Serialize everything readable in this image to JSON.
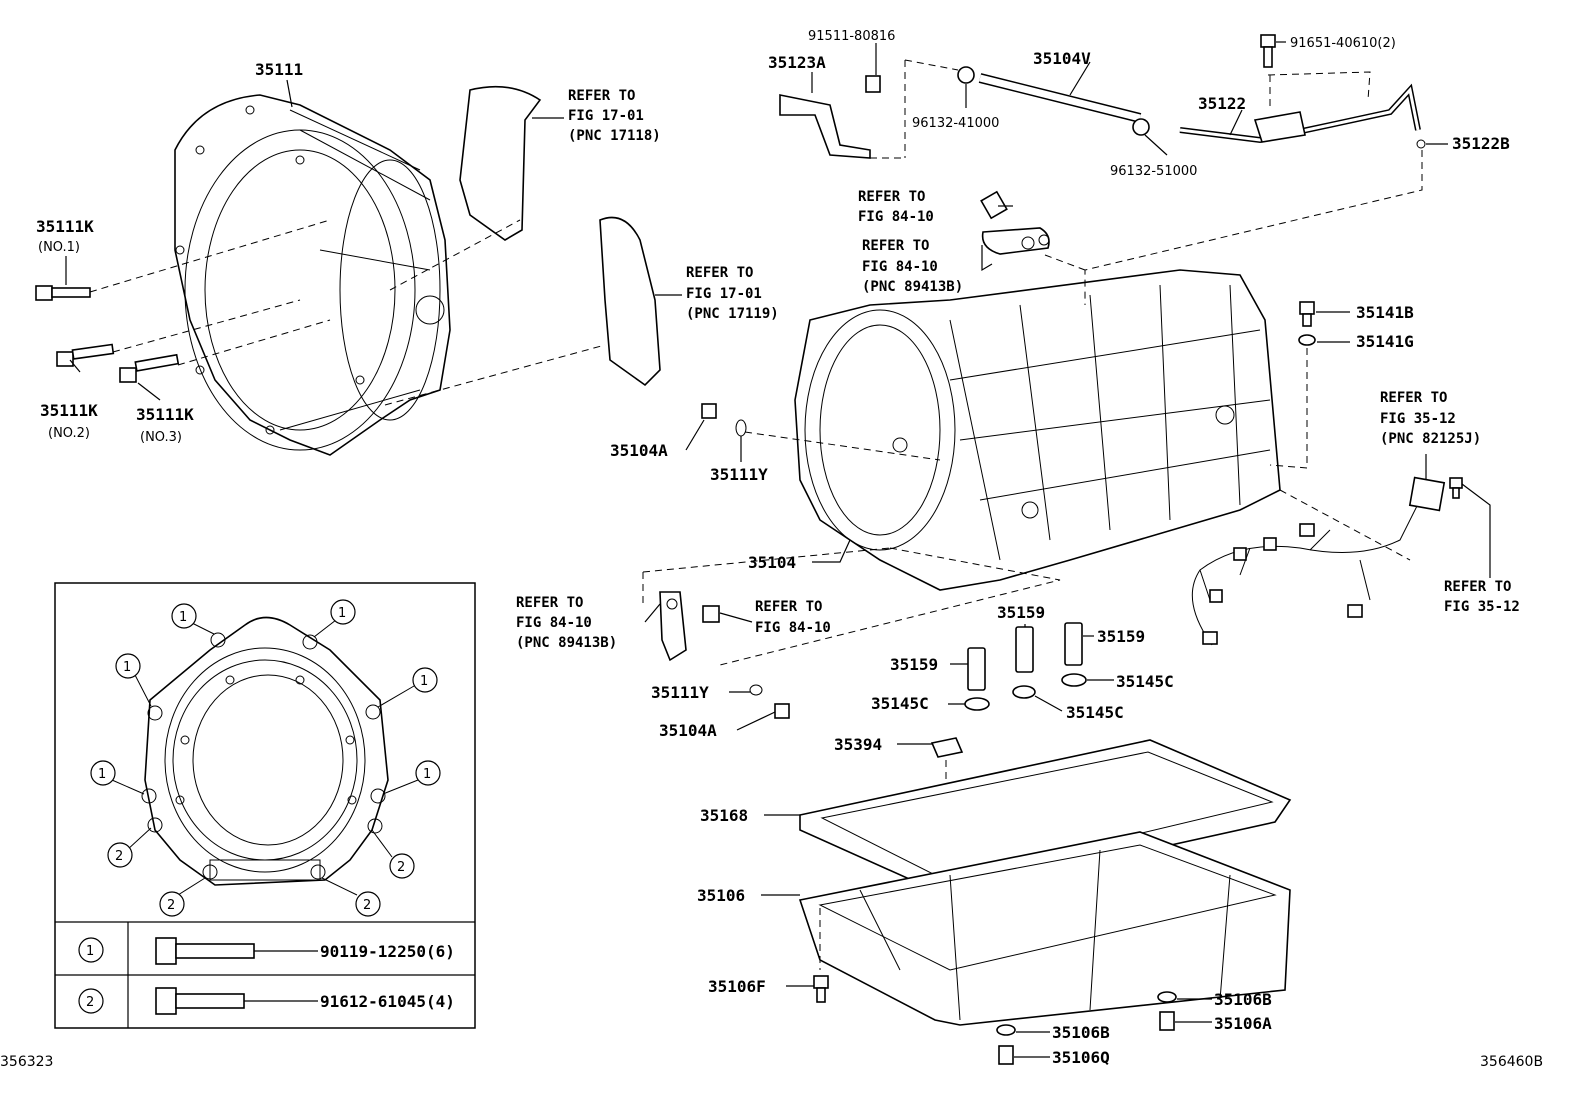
{
  "parts": {
    "p35111": "35111",
    "p35111k_1": "35111K",
    "p35111k_1_sub": "(NO.1)",
    "p35111k_2": "35111K",
    "p35111k_2_sub": "(NO.2)",
    "p35111k_3": "35111K",
    "p35111k_3_sub": "(NO.3)",
    "p91511": "91511-80816",
    "p35123a": "35123A",
    "p35104v": "35104V",
    "p96132_41": "96132-41000",
    "p96132_51": "96132-51000",
    "p91651": "91651-40610(2)",
    "p35122": "35122",
    "p35122b": "35122B",
    "p35141b": "35141B",
    "p35141g": "35141G",
    "p35104a_1": "35104A",
    "p35111y_1": "35111Y",
    "p35104": "35104",
    "p35159_1": "35159",
    "p35159_2": "35159",
    "p35159_3": "35159",
    "p35111y_2": "35111Y",
    "p35104a_2": "35104A",
    "p35145c_1": "35145C",
    "p35145c_2": "35145C",
    "p35145c_3": "35145C",
    "p35394": "35394",
    "p35168": "35168",
    "p35106": "35106",
    "p35106f": "35106F",
    "p35106b_1": "35106B",
    "p35106a": "35106A",
    "p35106b_2": "35106B",
    "p35106q": "35106Q"
  },
  "refs": {
    "r1": [
      "REFER TO",
      "FIG 17-01",
      "(PNC 17118)"
    ],
    "r2": [
      "REFER TO",
      "FIG 17-01",
      "(PNC 17119)"
    ],
    "r3": [
      "REFER TO",
      "FIG 84-10"
    ],
    "r4": [
      "REFER TO",
      "FIG 84-10",
      "(PNC 89413B)"
    ],
    "r5": [
      "REFER TO",
      "FIG 35-12",
      "(PNC 82125J)"
    ],
    "r6": [
      "REFER TO",
      "FIG 35-12"
    ],
    "r7": [
      "REFER TO",
      "FIG 84-10",
      "(PNC 89413B)"
    ],
    "r8": [
      "REFER TO",
      "FIG 84-10"
    ]
  },
  "inset": {
    "callout_1": "1",
    "callout_2": "2",
    "bolts": [
      {
        "key": "1",
        "part": "90119-12250(6)"
      },
      {
        "key": "2",
        "part": "91612-61045(4)"
      }
    ]
  },
  "footer": {
    "left_code": "356323",
    "right_code": "356460B"
  }
}
